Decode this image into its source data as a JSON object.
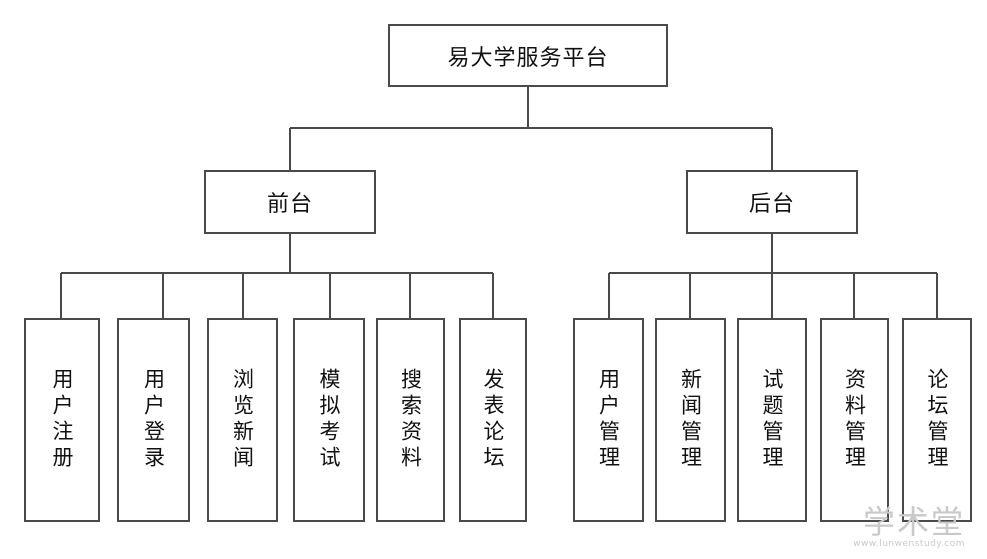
{
  "root": {
    "label": "易大学服务平台"
  },
  "front": {
    "label": "前台",
    "items": [
      {
        "label": "用户注册"
      },
      {
        "label": "用户登录"
      },
      {
        "label": "浏览新闻"
      },
      {
        "label": "模拟考试"
      },
      {
        "label": "搜索资料"
      },
      {
        "label": "发表论坛"
      }
    ]
  },
  "back": {
    "label": "后台",
    "items": [
      {
        "label": "用户管理"
      },
      {
        "label": "新闻管理"
      },
      {
        "label": "试题管理"
      },
      {
        "label": "资料管理"
      },
      {
        "label": "论坛管理"
      }
    ]
  },
  "watermark": {
    "main": "学术堂",
    "url": "www.lunwenstudy.com"
  }
}
